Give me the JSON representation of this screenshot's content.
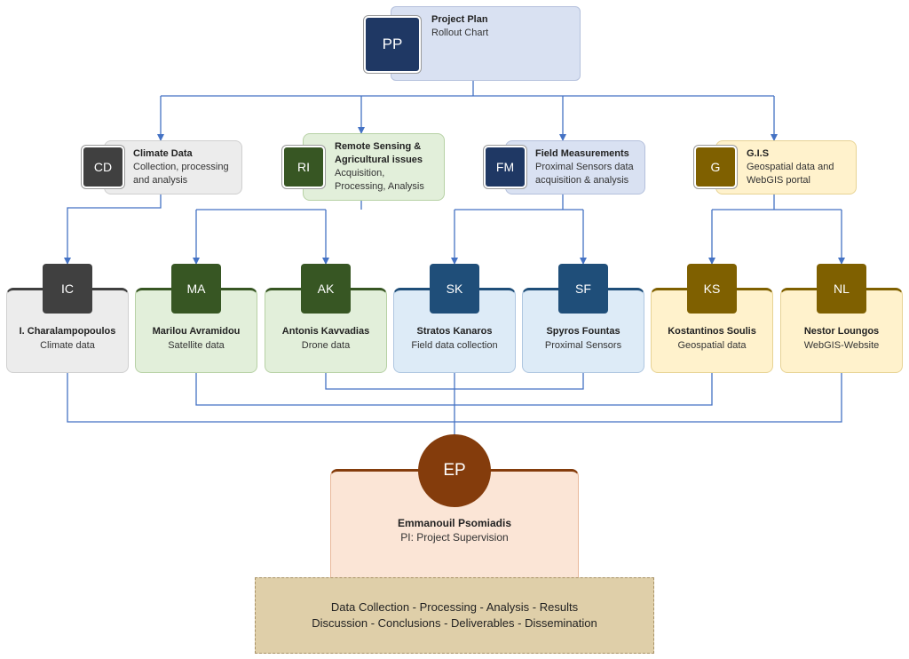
{
  "colors": {
    "blue_line": "#4472c4",
    "navy": "#1f3864",
    "navy_light_fill": "#d9e1f2",
    "gray": "#404040",
    "gray_fill": "#ececec",
    "green": "#375623",
    "green_fill": "#e2efda",
    "steel_blue": "#1f4e79",
    "blue_fill": "#ddebf7",
    "olive": "#7f6000",
    "yellow_fill": "#fff2cc",
    "brown": "#843c0c",
    "peach_fill": "#fbe5d6",
    "tan_fill": "#dfcfa9"
  },
  "root": {
    "initials": "PP",
    "title": "Project Plan",
    "subtitle": "Rollout Chart"
  },
  "groups": [
    {
      "initials": "CD",
      "title": "Climate Data",
      "lines": [
        "Collection, processing",
        "and analysis"
      ]
    },
    {
      "initials": "RI",
      "title": "Remote Sensing &",
      "title2": "Agricultural issues",
      "lines": [
        "Acquisition,",
        "Processing, Analysis"
      ]
    },
    {
      "initials": "FM",
      "title": "Field Measurements",
      "lines": [
        "Proximal Sensors data",
        "acquisition & analysis"
      ]
    },
    {
      "initials": "G",
      "title": "G.I.S",
      "lines": [
        "Geospatial data and",
        "WebGIS portal"
      ]
    }
  ],
  "members": [
    {
      "initials": "IC",
      "name": "I. Charalampopoulos",
      "role": "Climate data"
    },
    {
      "initials": "MA",
      "name": "Marilou Avramidou",
      "role": "Satellite data"
    },
    {
      "initials": "AK",
      "name": "Antonis Kavvadias",
      "role": "Drone data"
    },
    {
      "initials": "SK",
      "name": "Stratos Kanaros",
      "role": "Field data collection"
    },
    {
      "initials": "SF",
      "name": "Spyros Fountas",
      "role": "Proximal Sensors"
    },
    {
      "initials": "KS",
      "name": "Kostantinos Soulis",
      "role": "Geospatial data"
    },
    {
      "initials": "NL",
      "name": "Nestor Loungos",
      "role": "WebGIS-Website"
    }
  ],
  "pi": {
    "initials": "EP",
    "name": "Emmanouil Psomiadis",
    "role": "PI: Project Supervision"
  },
  "footer": {
    "line1": "Data Collection - Processing - Analysis - Results",
    "line2": "Discussion - Conclusions - Deliverables - Dissemination"
  }
}
